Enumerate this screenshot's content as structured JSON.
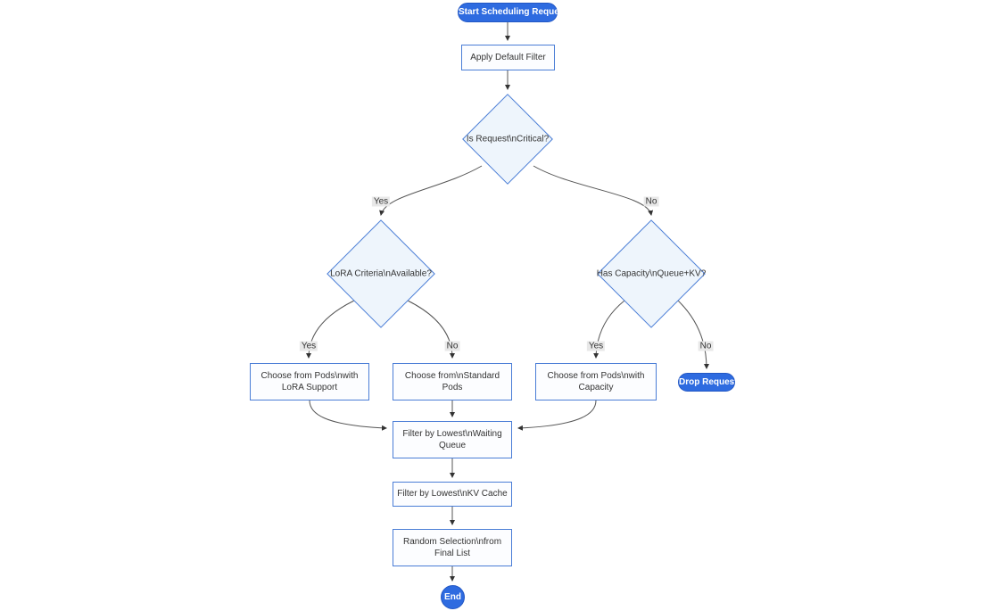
{
  "diagram": {
    "type": "flowchart",
    "nodes": {
      "start": "Start Scheduling Request",
      "apply_default_filter": [
        "Apply Default Filter"
      ],
      "is_request_critical": [
        "Is Request\\nCritical?"
      ],
      "lora_criteria_available": [
        "LoRA Criteria\\nAvailable?"
      ],
      "has_capacity_queue_kv": [
        "Has Capacity\\nQueue+KV?"
      ],
      "choose_pods_lora": [
        "Choose from Pods\\nwith",
        "LoRA Support"
      ],
      "choose_standard_pods": [
        "Choose from\\nStandard",
        "Pods"
      ],
      "choose_pods_capacity": [
        "Choose from Pods\\nwith",
        "Capacity"
      ],
      "drop_request": "Drop Request",
      "filter_waiting_queue": [
        "Filter by Lowest\\nWaiting",
        "Queue"
      ],
      "filter_kv_cache": [
        "Filter by Lowest\\nKV Cache"
      ],
      "random_selection": [
        "Random Selection\\nfrom",
        "Final List"
      ],
      "end": "End"
    },
    "edge_labels": {
      "critical_yes": "Yes",
      "critical_no": "No",
      "lora_yes": "Yes",
      "lora_no": "No",
      "capacity_yes": "Yes",
      "capacity_no": "No"
    }
  },
  "colors": {
    "canvas_bg": "#ffffff",
    "pill_fill": "#2e6be0",
    "pill_border": "#2257c4",
    "node_border": "#4a7dd6",
    "rect_fill": "#fcfdff",
    "diamond_fill": "#eef5fc",
    "edge_line": "#555555",
    "edge_label_bg": "#e8e8e8",
    "text": "#333333"
  }
}
